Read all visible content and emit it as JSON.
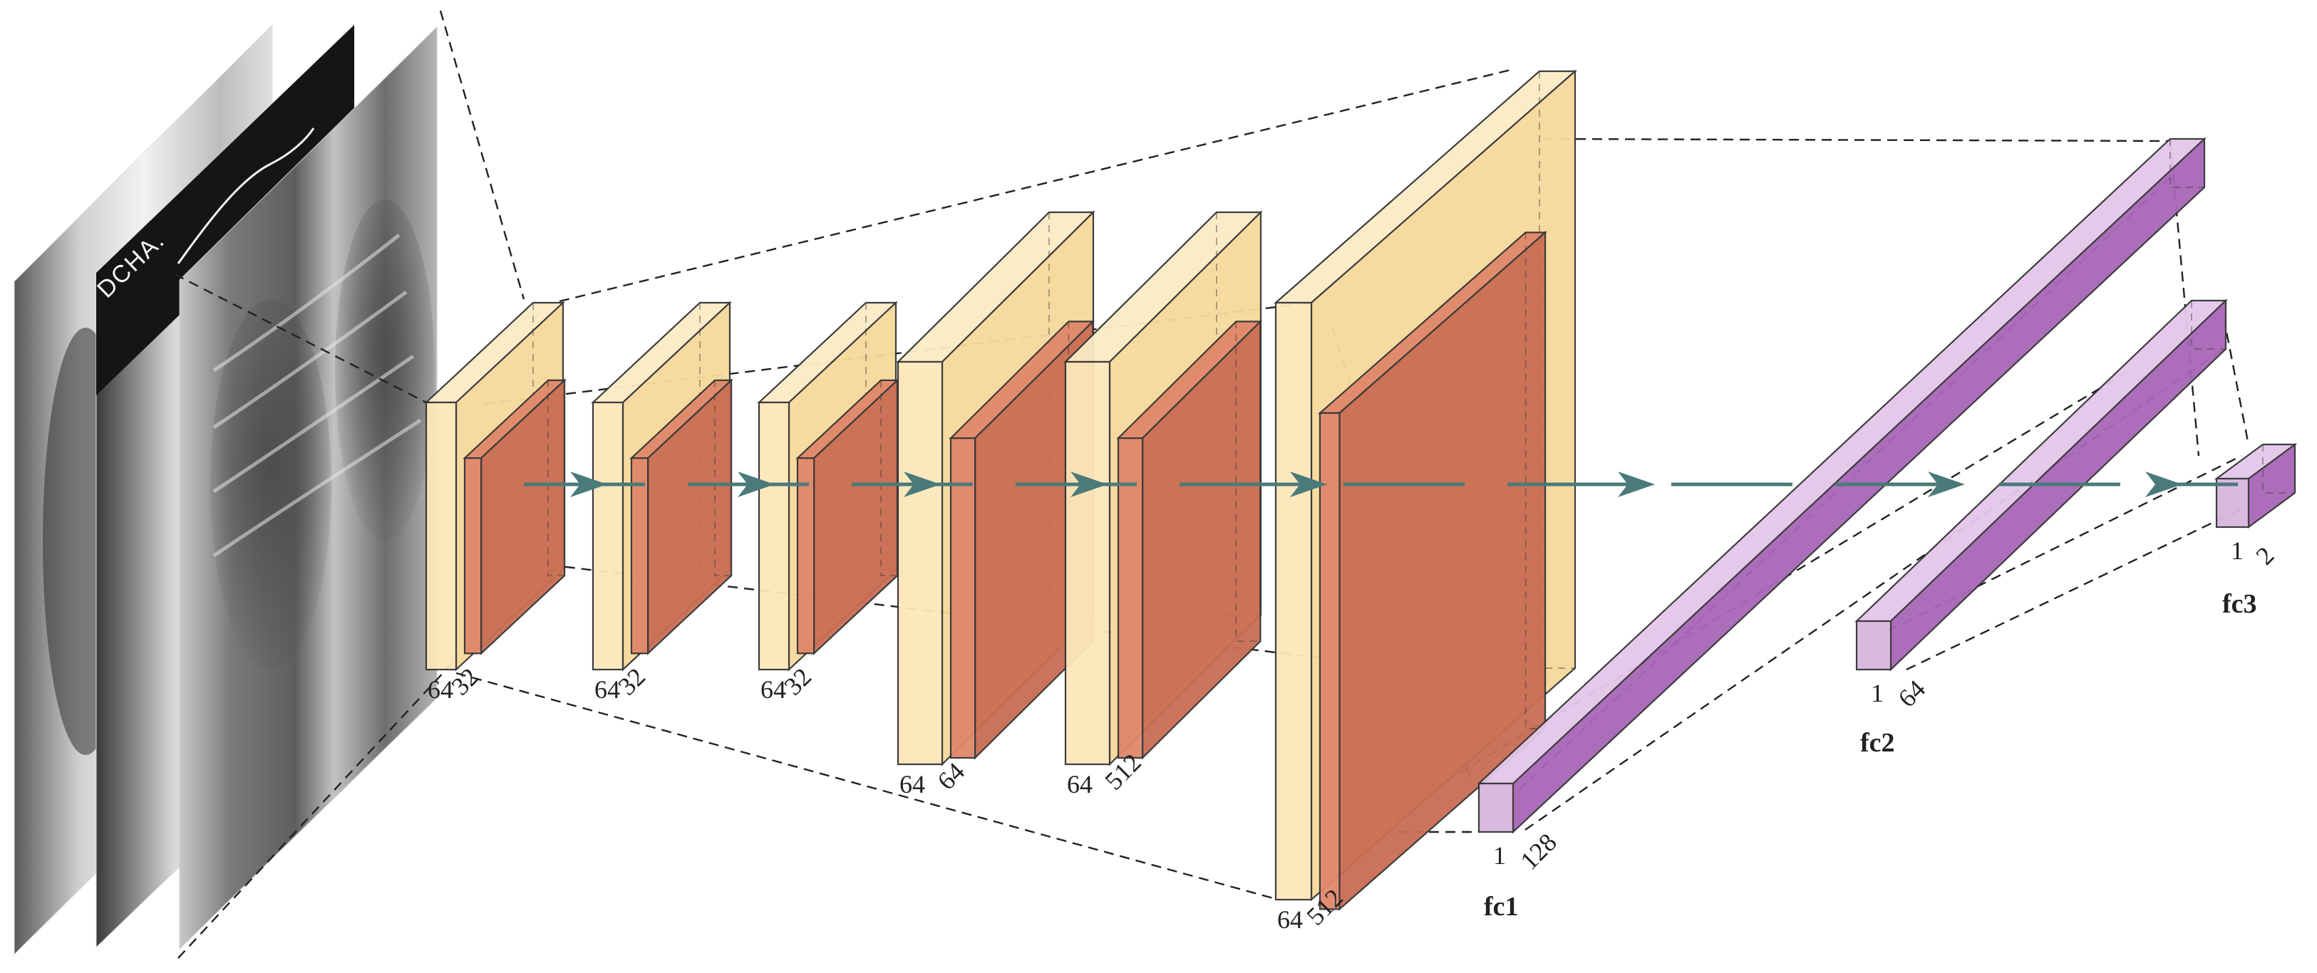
{
  "colors": {
    "conv_face": "#fde7ba",
    "conv_side": "#f7d99a",
    "conv_top": "#fbecc6",
    "act_face": "#e0876b",
    "act_side": "#c96d54",
    "fc_face": "#d9b6e0",
    "fc_side": "#a866b8",
    "fc_top": "#e4c7ea",
    "arrow": "#4a7a7a"
  },
  "input": {
    "overlay_text": "DCHA."
  },
  "layers": [
    {
      "kind": "conv",
      "dims": [
        "64",
        "32"
      ]
    },
    {
      "kind": "conv",
      "dims": [
        "64",
        "32"
      ]
    },
    {
      "kind": "conv",
      "dims": [
        "64",
        "32"
      ]
    },
    {
      "kind": "conv",
      "dims": [
        "64",
        "64"
      ]
    },
    {
      "kind": "conv",
      "dims": [
        "64",
        "512"
      ]
    },
    {
      "kind": "conv",
      "dims": [
        "64",
        "512"
      ]
    },
    {
      "kind": "fc",
      "label": "fc1",
      "dims": [
        "1",
        "128"
      ]
    },
    {
      "kind": "fc",
      "label": "fc2",
      "dims": [
        "1",
        "64"
      ]
    },
    {
      "kind": "fc",
      "label": "fc3",
      "dims": [
        "1",
        "2"
      ]
    }
  ]
}
